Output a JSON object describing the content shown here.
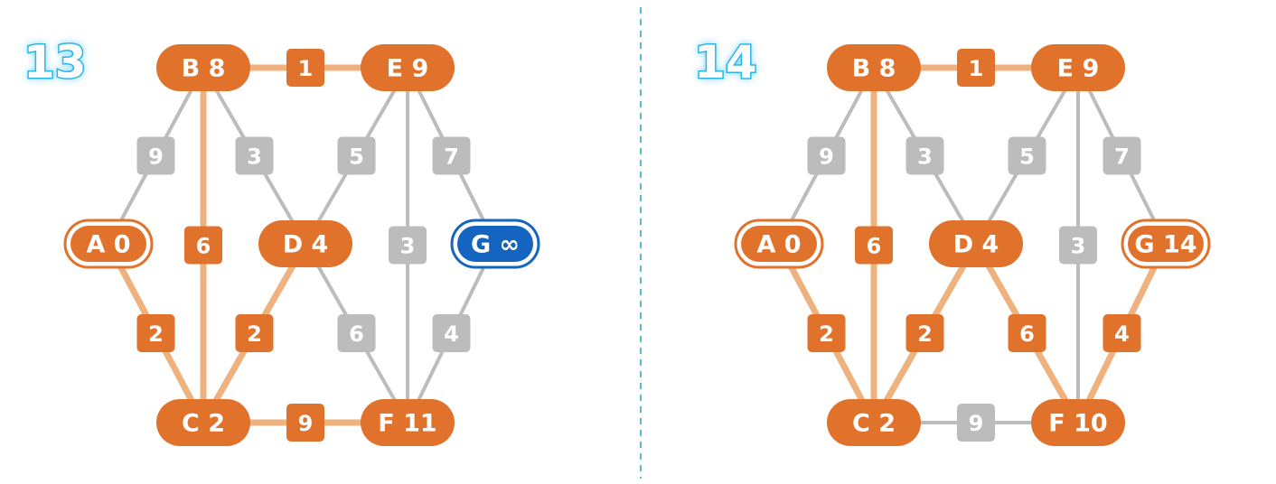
{
  "colors": {
    "orange": "#e0722b",
    "light_orange": "#efb27e",
    "gray": "#bcbcbc",
    "blue": "#1565c0",
    "step_glow": "#29b6e8",
    "divider": "#5bb8d9"
  },
  "panels": [
    {
      "step": "13",
      "nodes": [
        {
          "id": "A",
          "label": "A 0",
          "state": "finalized"
        },
        {
          "id": "B",
          "label": "B 8",
          "state": "visited"
        },
        {
          "id": "C",
          "label": "C 2",
          "state": "visited"
        },
        {
          "id": "D",
          "label": "D 4",
          "state": "visited"
        },
        {
          "id": "E",
          "label": "E 9",
          "state": "visited"
        },
        {
          "id": "F",
          "label": "F 11",
          "state": "visited"
        },
        {
          "id": "G",
          "label": "G ∞",
          "state": "current"
        }
      ],
      "edges": [
        {
          "from": "B",
          "to": "E",
          "weight": "1",
          "state": "tree"
        },
        {
          "from": "B",
          "to": "A",
          "weight": "9",
          "state": "default"
        },
        {
          "from": "B",
          "to": "D",
          "weight": "3",
          "state": "default"
        },
        {
          "from": "B",
          "to": "C",
          "weight": "6",
          "state": "tree"
        },
        {
          "from": "E",
          "to": "D",
          "weight": "5",
          "state": "default"
        },
        {
          "from": "E",
          "to": "G",
          "weight": "7",
          "state": "default"
        },
        {
          "from": "E",
          "to": "F",
          "weight": "3",
          "state": "default"
        },
        {
          "from": "A",
          "to": "C",
          "weight": "2",
          "state": "tree"
        },
        {
          "from": "D",
          "to": "C",
          "weight": "2",
          "state": "tree"
        },
        {
          "from": "D",
          "to": "F",
          "weight": "6",
          "state": "default"
        },
        {
          "from": "G",
          "to": "F",
          "weight": "4",
          "state": "default"
        },
        {
          "from": "C",
          "to": "F",
          "weight": "9",
          "state": "tree"
        }
      ]
    },
    {
      "step": "14",
      "nodes": [
        {
          "id": "A",
          "label": "A 0",
          "state": "finalized"
        },
        {
          "id": "B",
          "label": "B 8",
          "state": "visited"
        },
        {
          "id": "C",
          "label": "C 2",
          "state": "visited"
        },
        {
          "id": "D",
          "label": "D 4",
          "state": "visited"
        },
        {
          "id": "E",
          "label": "E 9",
          "state": "visited"
        },
        {
          "id": "F",
          "label": "F 10",
          "state": "visited"
        },
        {
          "id": "G",
          "label": "G 14",
          "state": "finalized"
        }
      ],
      "edges": [
        {
          "from": "B",
          "to": "E",
          "weight": "1",
          "state": "tree"
        },
        {
          "from": "B",
          "to": "A",
          "weight": "9",
          "state": "default"
        },
        {
          "from": "B",
          "to": "D",
          "weight": "3",
          "state": "default"
        },
        {
          "from": "B",
          "to": "C",
          "weight": "6",
          "state": "tree"
        },
        {
          "from": "E",
          "to": "D",
          "weight": "5",
          "state": "default"
        },
        {
          "from": "E",
          "to": "G",
          "weight": "7",
          "state": "default"
        },
        {
          "from": "E",
          "to": "F",
          "weight": "3",
          "state": "default"
        },
        {
          "from": "A",
          "to": "C",
          "weight": "2",
          "state": "tree"
        },
        {
          "from": "D",
          "to": "C",
          "weight": "2",
          "state": "tree"
        },
        {
          "from": "D",
          "to": "F",
          "weight": "6",
          "state": "tree"
        },
        {
          "from": "G",
          "to": "F",
          "weight": "4",
          "state": "tree"
        },
        {
          "from": "C",
          "to": "F",
          "weight": "9",
          "state": "default"
        }
      ]
    }
  ]
}
